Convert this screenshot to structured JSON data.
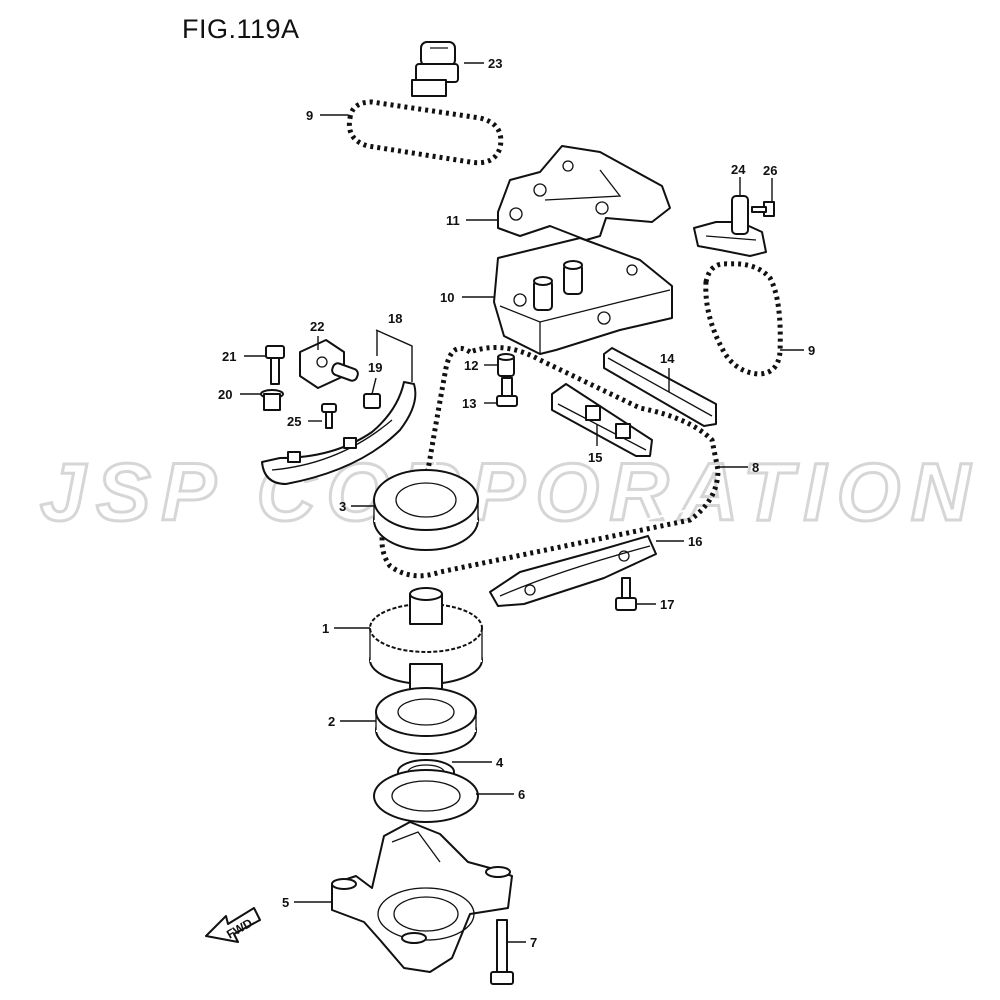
{
  "figure": {
    "title": "FIG.119A"
  },
  "watermark": {
    "text": "JSP CORPORATION"
  },
  "direction_arrow": {
    "label": "FWD"
  },
  "callouts": [
    {
      "id": "1",
      "label": "1"
    },
    {
      "id": "2",
      "label": "2"
    },
    {
      "id": "3",
      "label": "3"
    },
    {
      "id": "4",
      "label": "4"
    },
    {
      "id": "5",
      "label": "5"
    },
    {
      "id": "6",
      "label": "6"
    },
    {
      "id": "7",
      "label": "7"
    },
    {
      "id": "8",
      "label": "8"
    },
    {
      "id": "9a",
      "label": "9"
    },
    {
      "id": "9b",
      "label": "9"
    },
    {
      "id": "10",
      "label": "10"
    },
    {
      "id": "11",
      "label": "11"
    },
    {
      "id": "12",
      "label": "12"
    },
    {
      "id": "13",
      "label": "13"
    },
    {
      "id": "14",
      "label": "14"
    },
    {
      "id": "15",
      "label": "15"
    },
    {
      "id": "16",
      "label": "16"
    },
    {
      "id": "17",
      "label": "17"
    },
    {
      "id": "18",
      "label": "18"
    },
    {
      "id": "19",
      "label": "19"
    },
    {
      "id": "20",
      "label": "20"
    },
    {
      "id": "21",
      "label": "21"
    },
    {
      "id": "22",
      "label": "22"
    },
    {
      "id": "23",
      "label": "23"
    },
    {
      "id": "24",
      "label": "24"
    },
    {
      "id": "25",
      "label": "25"
    },
    {
      "id": "26",
      "label": "26"
    }
  ]
}
